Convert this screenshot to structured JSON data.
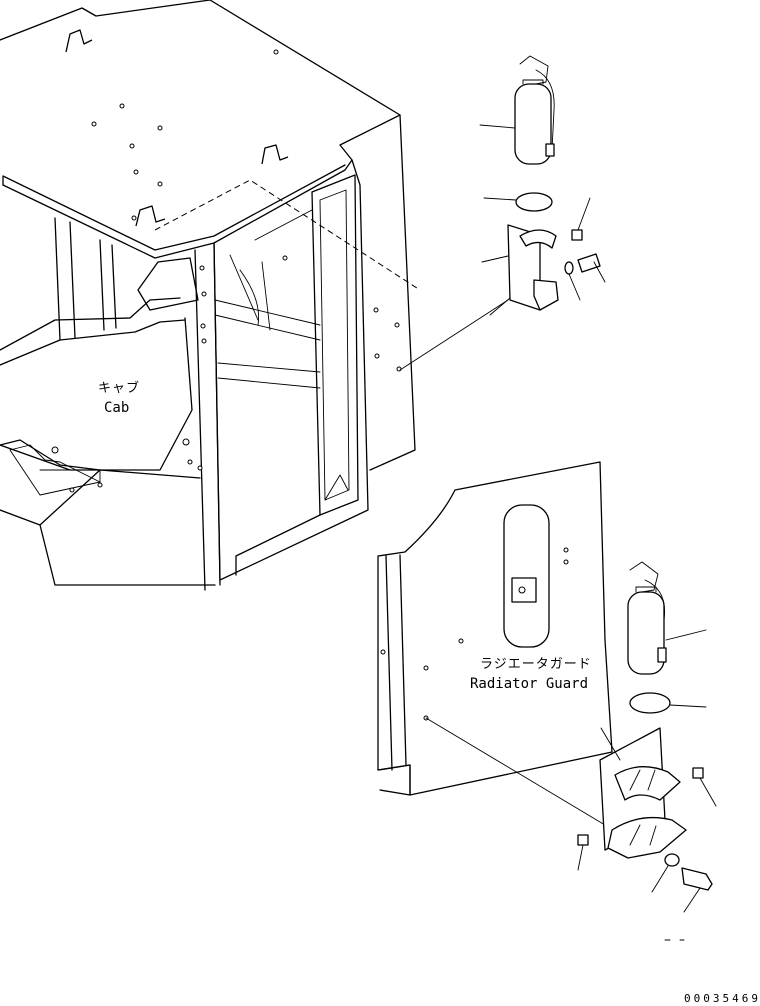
{
  "labels": {
    "cab_jp": "キャブ",
    "cab_en": "Cab",
    "radiator_guard_jp": "ラジエータガード",
    "radiator_guard_en": "Radiator Guard"
  },
  "drawing_code": "00035469"
}
